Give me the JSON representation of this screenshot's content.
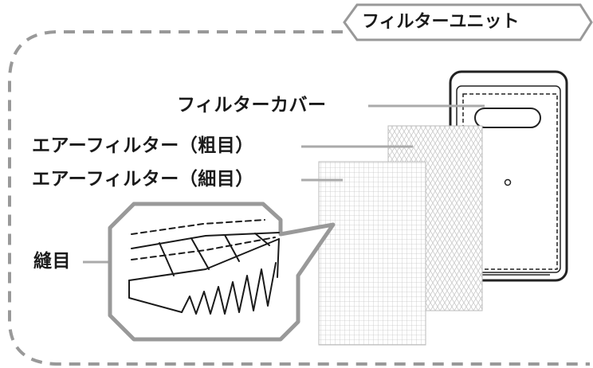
{
  "tag": {
    "title": "フィルターユニット"
  },
  "labels": {
    "filter_cover": "フィルターカバー",
    "air_filter_coarse": "エアーフィルター（粗目）",
    "air_filter_fine": "エアーフィルター（細目）",
    "seam": "縫目"
  }
}
